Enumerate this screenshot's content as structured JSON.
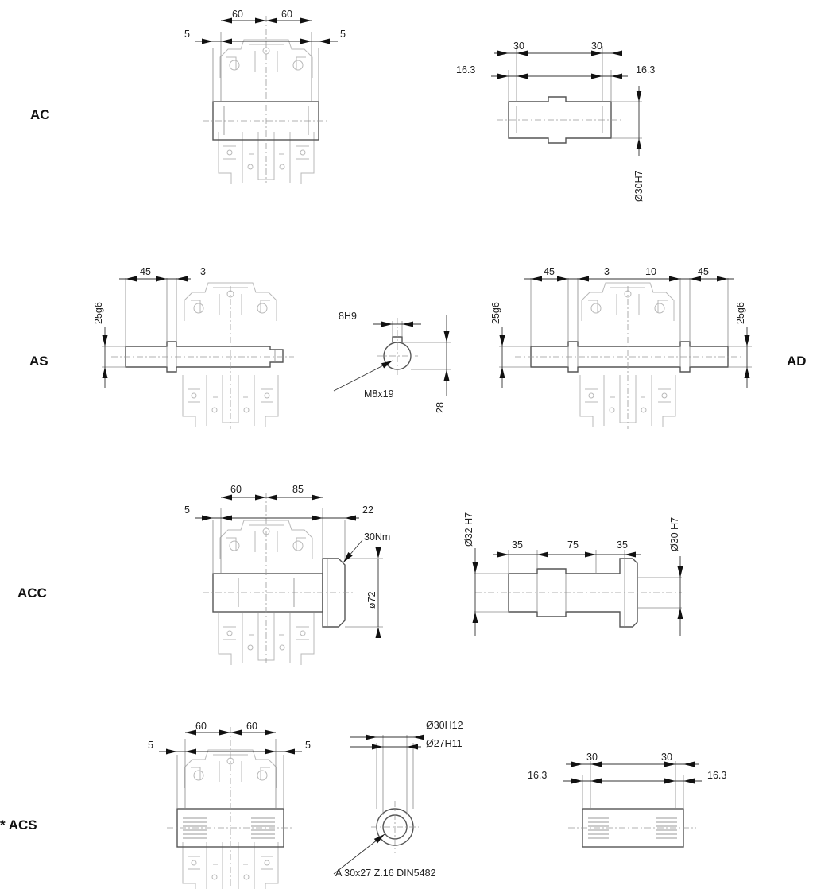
{
  "rows": {
    "ac": {
      "label": "AC",
      "front": {
        "left_offset": "5",
        "left_span": "60",
        "right_span": "60",
        "right_offset": "5"
      },
      "side": {
        "left_offset": "16.3",
        "left_span": "30",
        "right_span": "30",
        "right_offset": "16.3",
        "bore": "Ø30H7"
      }
    },
    "as": {
      "label": "AS",
      "left": {
        "length": "45",
        "gap": "3",
        "diameter": "25g6"
      },
      "section": {
        "key_width": "8H9",
        "thread": "M8x19",
        "height": "28"
      }
    },
    "ad": {
      "label": "AD",
      "right": {
        "left_length": "45",
        "gap": "3",
        "right_gap": "10",
        "right_length": "45",
        "left_diameter": "25g6",
        "right_diameter": "25g6"
      }
    },
    "acc": {
      "label": "ACC",
      "front": {
        "left_offset": "5",
        "left_span": "60",
        "right_span": "85",
        "right_offset": "22",
        "torque": "30Nm",
        "flange_diameter": "ø72"
      },
      "side": {
        "left_bore": "Ø32 H7",
        "left_span": "35",
        "mid_span": "75",
        "right_span": "35",
        "right_bore": "Ø30 H7"
      }
    },
    "acs": {
      "label": "* ACS",
      "front": {
        "left_offset": "5",
        "left_span": "60",
        "right_span": "60",
        "right_offset": "5"
      },
      "spline": {
        "outer": "Ø30H12",
        "inner": "Ø27H11",
        "designation": "A 30x27 Z.16 DIN5482"
      },
      "side": {
        "left_offset": "16.3",
        "left_span": "30",
        "right_span": "30",
        "right_offset": "16.3"
      }
    }
  }
}
